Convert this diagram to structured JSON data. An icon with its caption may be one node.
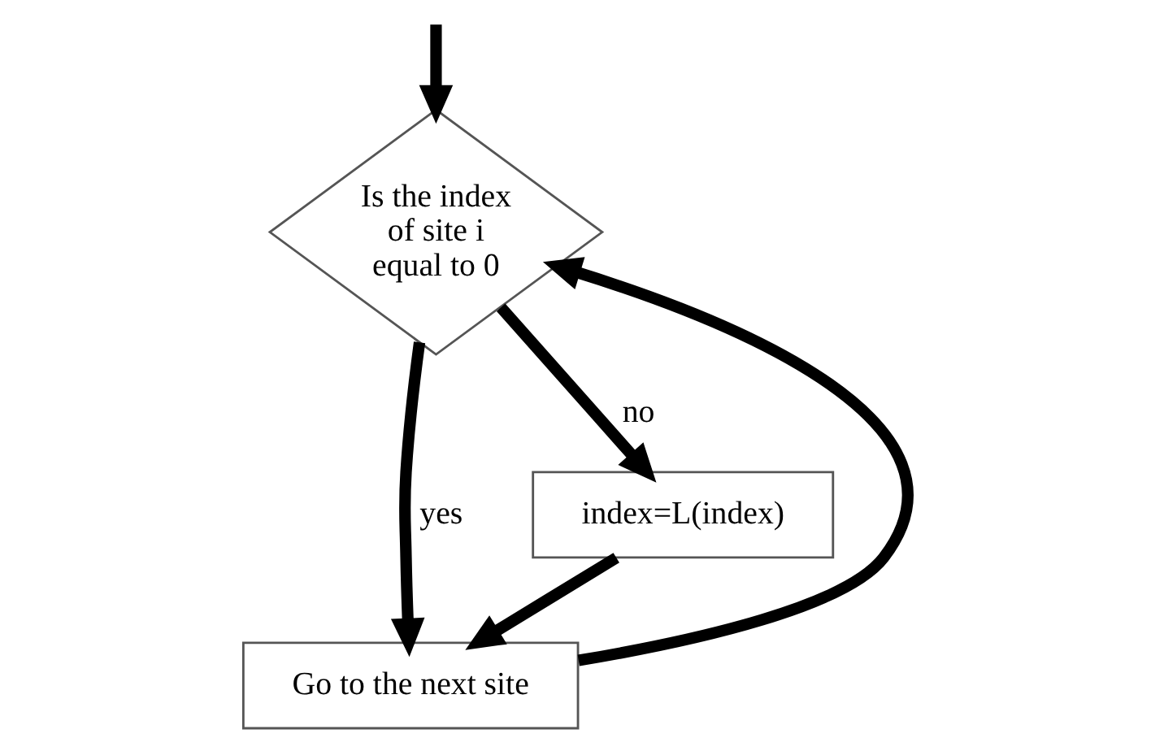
{
  "diagram": {
    "nodes": [
      {
        "text": [
          "Is the index of site i equal to 0"
        ]
      },
      {
        "text": [
          "Go to the next site"
        ]
      },
      {
        "text": [
          "index=L(index)"
        ]
      }
    ],
    "edges": [
      {
        "from": null,
        "to": 0,
        "arrow": "to"
      },
      {
        "from": 0,
        "to": 1,
        "arrow": "to",
        "label": "yes"
      },
      {
        "from": 0,
        "to": 2,
        "arrow": "to",
        "label": "no"
      },
      {
        "from": 2,
        "to": 1,
        "arrow": "to"
      },
      {
        "from": 1,
        "to": 0,
        "arrow": "to"
      }
    ]
  }
}
